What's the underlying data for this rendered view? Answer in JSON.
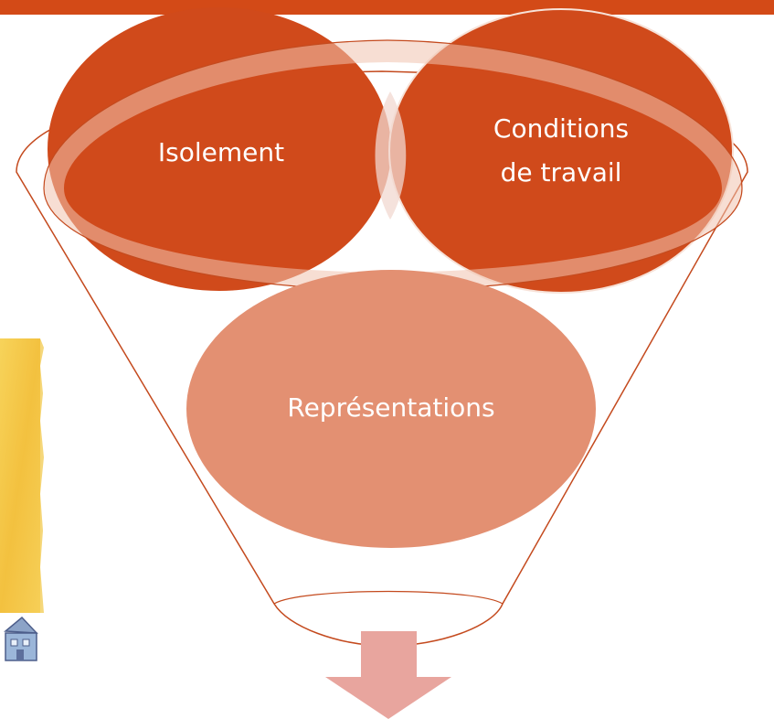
{
  "colors": {
    "banner": "#D34A17",
    "circle_dark": "#D04A1B",
    "circle_light": "#E39072",
    "outline": "#C44A1E",
    "arrow": "#E8A59E",
    "side_picture": "#F5C84A"
  },
  "diagram": {
    "type": "funnel",
    "circles": [
      {
        "label": "Isolement"
      },
      {
        "label_lines": [
          "Conditions",
          "de travail"
        ]
      },
      {
        "label": "Représentations"
      }
    ],
    "arrow_direction": "down"
  },
  "side_picture": {
    "description_icon": "illustration-icon"
  }
}
